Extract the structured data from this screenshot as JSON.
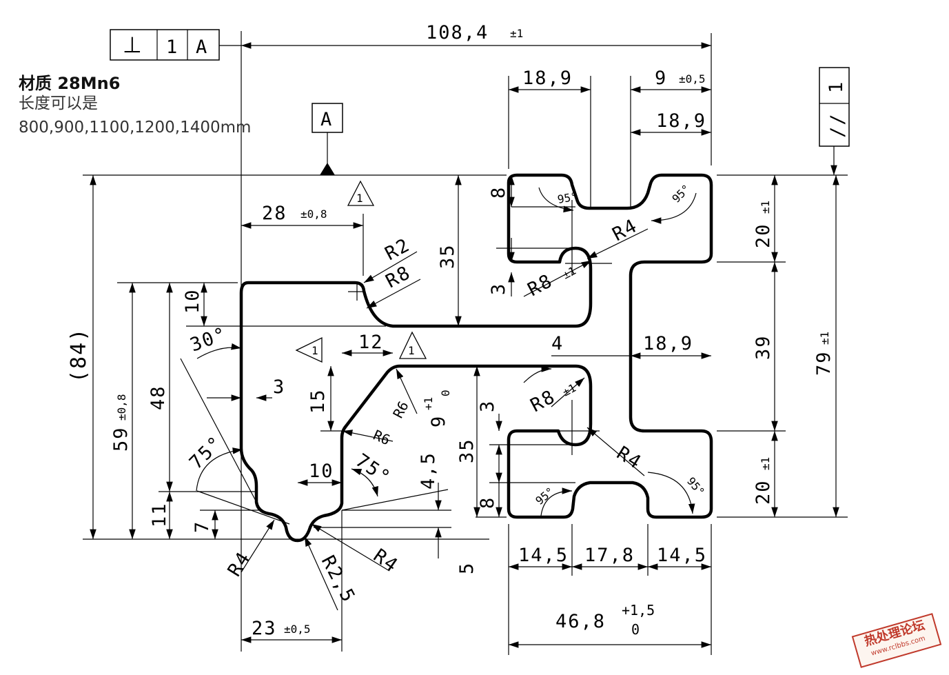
{
  "notes": {
    "material": "材质 28Mn6",
    "length_label": "长度可以是",
    "length_values": "800,900,1100,1200,1400mm"
  },
  "feature_frames": {
    "perpendicularity": {
      "symbol": "⊥",
      "tolerance": "1",
      "datum": "A"
    },
    "parallelism": {
      "symbol": "//",
      "tolerance": "1"
    },
    "datum_label": "A"
  },
  "dimensions": {
    "overall_width": "108,4",
    "overall_width_tol": "±1",
    "top_width_1": "18,9",
    "top_slot": "9",
    "top_slot_tol": "±0,5",
    "top_width_2": "18,9",
    "mid_width": "18,9",
    "mid_gap": "4",
    "left_width": "28",
    "left_width_tol": "±0,8",
    "bottom_left_width": "23",
    "bottom_left_width_tol": "±0,5",
    "bottom_seg_1": "14,5",
    "bottom_seg_2": "17,8",
    "bottom_seg_3": "14,5",
    "bottom_total": "46,8",
    "bottom_total_tol_upper": "+1,5",
    "bottom_total_tol_lower": "0",
    "overall_height": "(84)",
    "left_height": "59",
    "left_height_tol": "±0,8",
    "inner_height": "48",
    "top_offset": "10",
    "notch_height": "11",
    "notch_depth": "7",
    "upper_height": "35",
    "lower_height": "35",
    "right_upper": "20",
    "right_upper_tol": "±1",
    "right_middle": "39",
    "right_lower": "20",
    "right_lower_tol": "±1",
    "right_total": "79",
    "right_total_tol": "±1",
    "slot_depth_top": "8",
    "slot_gap_top": "3",
    "slot_gap_bottom": "3",
    "slot_depth_bottom": "8",
    "step_15": "15",
    "step_12": "12",
    "small_4_5": "4,5",
    "small_5": "5",
    "small_3": "3",
    "small_10": "10",
    "nine": "9",
    "nine_tol_upper": "+1",
    "nine_tol_lower": "0",
    "radius_r2": "R2",
    "radius_r8_a": "R8",
    "radius_r4_a": "R4",
    "radius_r8_b": "R8",
    "radius_r8_b_tol": "±1",
    "radius_r8_c": "R8",
    "radius_r8_c_tol": "±1",
    "radius_r6_a": "R6",
    "radius_r6_b": "R6",
    "radius_r4_b": "R4",
    "radius_r4_c": "R4",
    "radius_r4_d": "R4",
    "radius_r2_5": "R2,5",
    "angle_30": "30°",
    "angle_75_a": "75°",
    "angle_75_b": "75°",
    "angle_95": "95°",
    "triangle_mark": "1"
  },
  "watermark": {
    "title": "热处理论坛",
    "url": "www.rclbbs.com"
  }
}
